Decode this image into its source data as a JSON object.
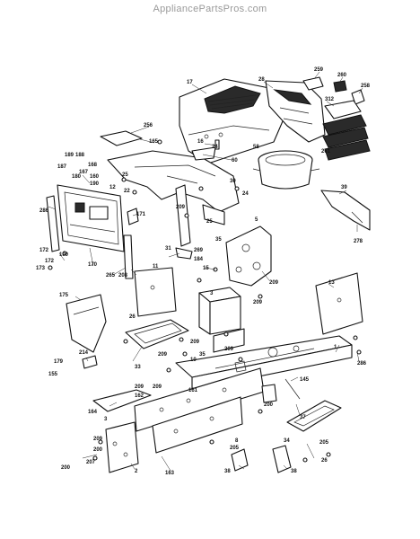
{
  "header": {
    "site": "AppliancePartsPros.com"
  },
  "colors": {
    "ink": "#111111",
    "paper": "#ffffff",
    "watermark": "#9a9a9a"
  },
  "callouts": [
    "17",
    "28",
    "259",
    "260",
    "258",
    "312",
    "261",
    "256",
    "165",
    "16",
    "24",
    "189",
    "188",
    "187",
    "168",
    "167",
    "160",
    "190",
    "180",
    "25",
    "12",
    "22",
    "60",
    "58",
    "30",
    "24",
    "25",
    "209",
    "171",
    "5",
    "39",
    "286",
    "100",
    "172",
    "172",
    "173",
    "170",
    "265",
    "208",
    "11",
    "31",
    "269",
    "35",
    "15",
    "209",
    "278",
    "184",
    "209",
    "3",
    "13",
    "175",
    "26",
    "209",
    "33",
    "10",
    "35",
    "209",
    "209",
    "179",
    "214",
    "155",
    "209",
    "162",
    "164",
    "3",
    "209",
    "200",
    "161",
    "145",
    "37",
    "163",
    "209",
    "200",
    "2",
    "207",
    "205",
    "34",
    "205",
    "38",
    "38",
    "26",
    "1",
    "286",
    "8",
    "200"
  ]
}
